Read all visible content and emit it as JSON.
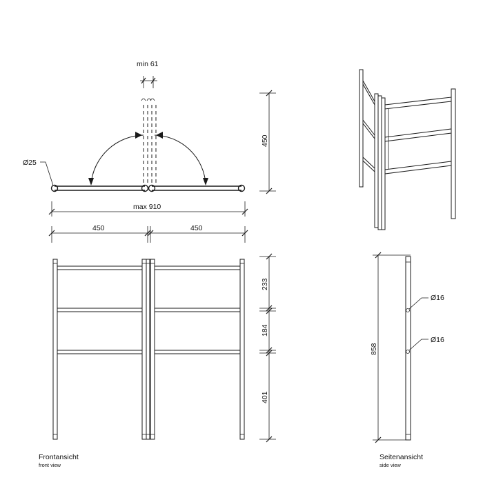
{
  "top_view": {
    "min_label": "min 61",
    "diameter_label": "Ø25",
    "max_label": "max 910",
    "height_label": "450",
    "left_width_label": "450",
    "right_width_label": "450"
  },
  "front_view": {
    "dim_top": "233",
    "dim_mid": "184",
    "dim_bottom": "401",
    "caption": "Frontansicht",
    "subcaption": "front view"
  },
  "side_view": {
    "dim_height": "858",
    "tube_upper": "Ø16",
    "tube_lower": "Ø16",
    "caption": "Seitenansicht",
    "subcaption": "side view"
  }
}
